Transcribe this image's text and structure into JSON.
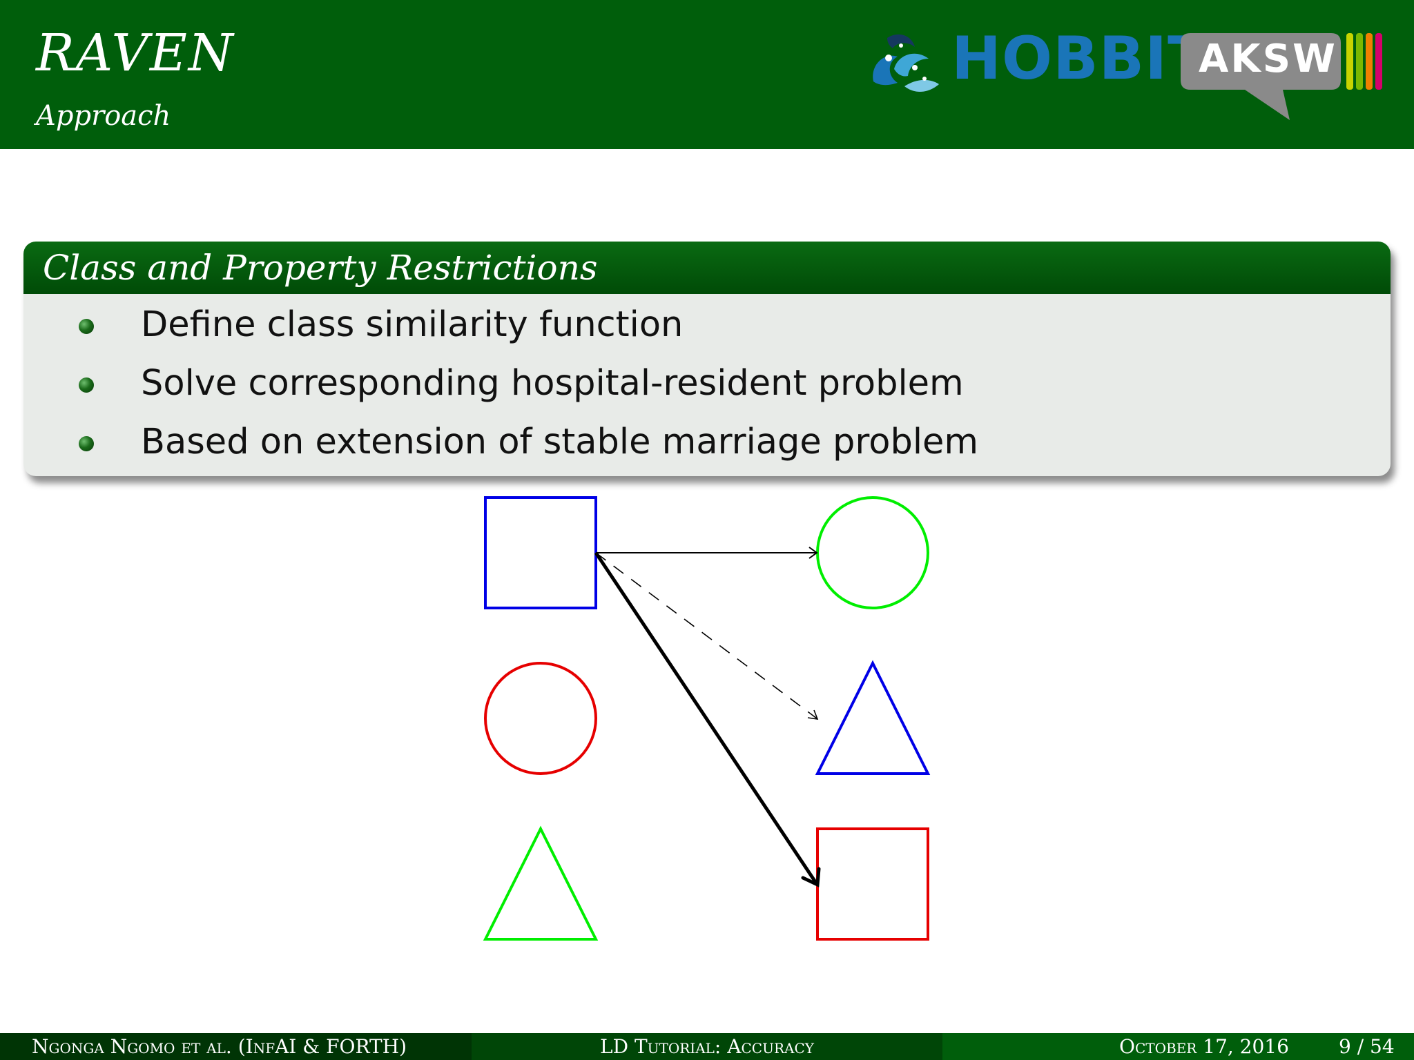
{
  "header": {
    "title": "RAVEN",
    "subtitle": "Approach",
    "logo_hobbit": "HOBBIT",
    "logo_aksw": "AKSW",
    "background_color": "#005e0b"
  },
  "block": {
    "title": "Class and Property Restrictions",
    "items": [
      "Define class similarity function",
      "Solve corresponding hospital-resident problem",
      "Based on extension of stable marriage problem"
    ]
  },
  "diagram": {
    "left_column": [
      {
        "shape": "square",
        "color": "#0000e6"
      },
      {
        "shape": "circle",
        "color": "#e60000"
      },
      {
        "shape": "triangle",
        "color": "#00ee00"
      }
    ],
    "right_column": [
      {
        "shape": "circle",
        "color": "#00ee00"
      },
      {
        "shape": "triangle",
        "color": "#0000e6"
      },
      {
        "shape": "square",
        "color": "#e60000"
      }
    ],
    "arrows": [
      {
        "from": "left-square",
        "to": "right-circle",
        "style": "thin"
      },
      {
        "from": "left-square",
        "to": "right-triangle",
        "style": "dashed"
      },
      {
        "from": "left-square",
        "to": "right-square",
        "style": "bold"
      }
    ]
  },
  "footer": {
    "author": "Ngonga Ngomo et al. (InfAI & FORTH)",
    "talk_title": "LD Tutorial: Accuracy",
    "date": "October 17, 2016",
    "page": "9 / 54"
  }
}
